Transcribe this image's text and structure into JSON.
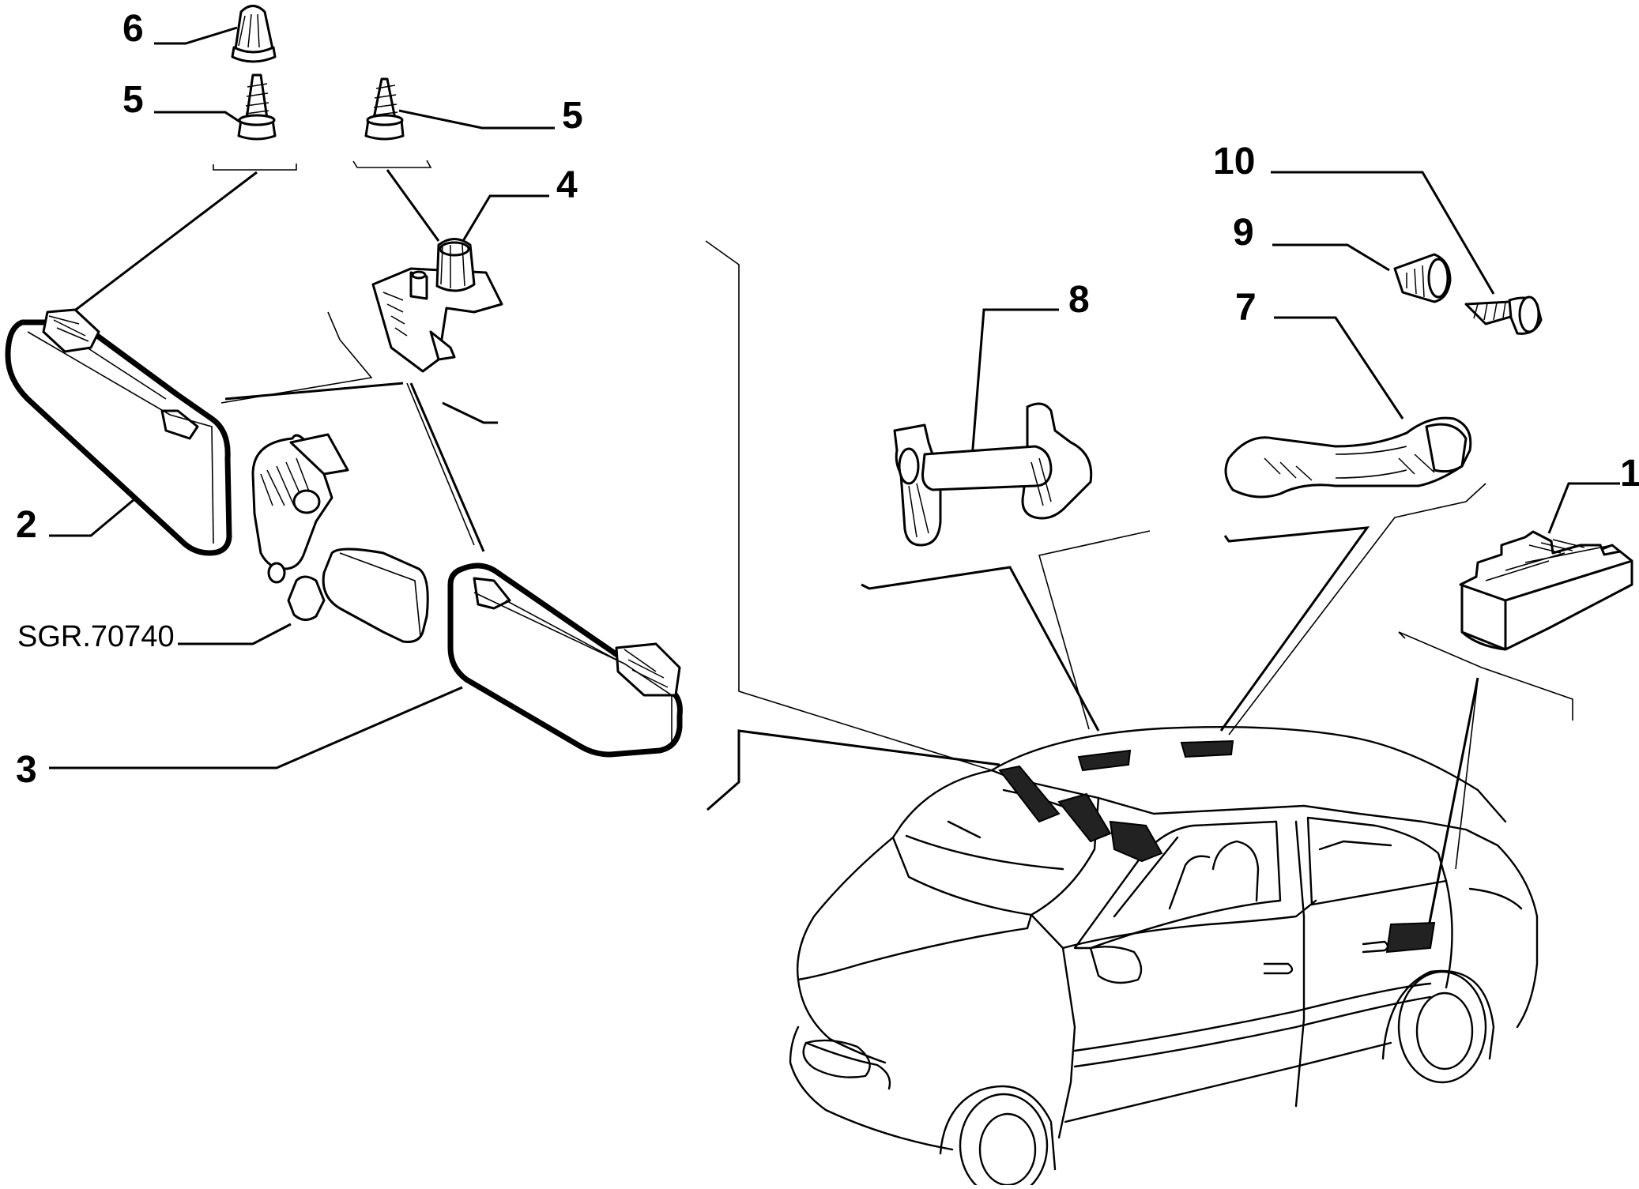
{
  "diagram": {
    "reference_code": "SGR.70740",
    "callouts": [
      {
        "id": "c1",
        "label": "1",
        "part": "interior-light-lens"
      },
      {
        "id": "c2",
        "label": "2",
        "part": "sun-visor-left"
      },
      {
        "id": "c3",
        "label": "3",
        "part": "sun-visor-right"
      },
      {
        "id": "c4",
        "label": "4",
        "part": "visor-mount-bracket"
      },
      {
        "id": "c5a",
        "label": "5",
        "part": "screw"
      },
      {
        "id": "c5b",
        "label": "5",
        "part": "screw"
      },
      {
        "id": "c6",
        "label": "6",
        "part": "plug-cap"
      },
      {
        "id": "c7",
        "label": "7",
        "part": "grab-handle"
      },
      {
        "id": "c8",
        "label": "8",
        "part": "grab-handle-folding"
      },
      {
        "id": "c9",
        "label": "9",
        "part": "plug-cap"
      },
      {
        "id": "c10",
        "label": "10",
        "part": "screw"
      }
    ]
  },
  "colors": {
    "line": "#000000",
    "background": "#ffffff"
  }
}
